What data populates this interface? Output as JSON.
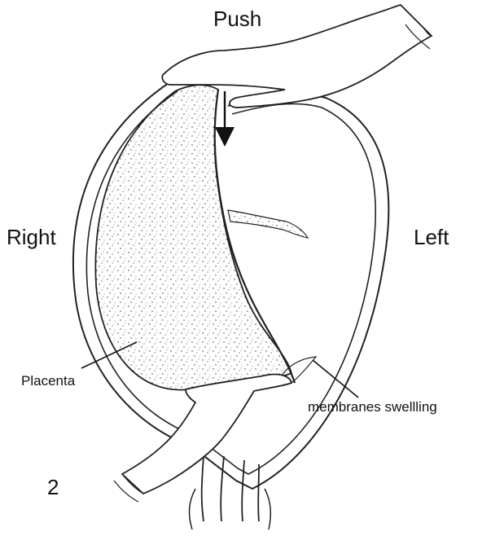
{
  "labels": {
    "push": "Push",
    "right": "Right",
    "left": "Left",
    "placenta": "Placenta",
    "membranes": "membranes swellling",
    "figure_number": "2"
  }
}
